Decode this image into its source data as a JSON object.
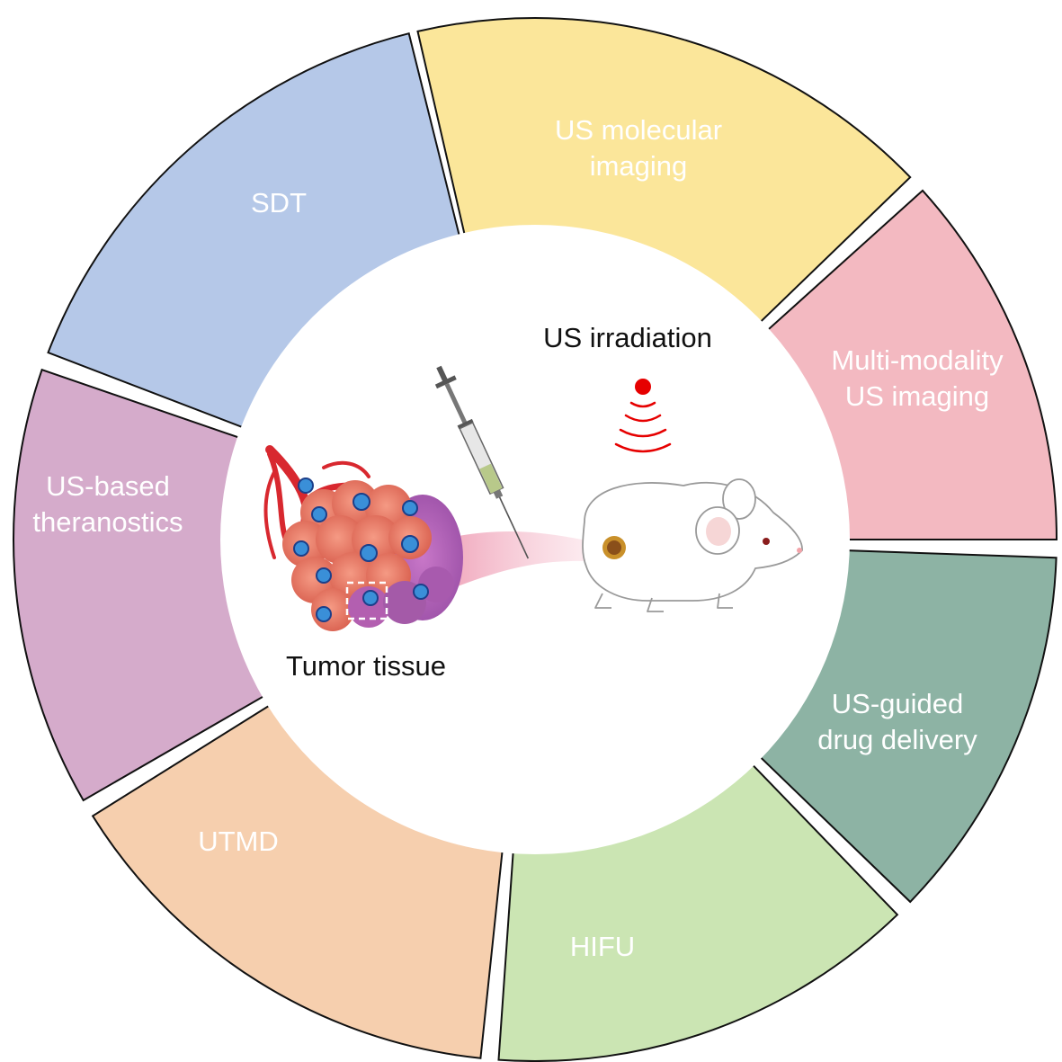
{
  "segments": [
    {
      "id": "us-molecular-imaging",
      "lines": [
        "US molecular",
        "imaging"
      ],
      "color": "#fbe69a"
    },
    {
      "id": "multi-modality-us-imaging",
      "lines": [
        "Multi-modality",
        "US imaging"
      ],
      "color": "#f3b9c1"
    },
    {
      "id": "us-guided-drug-delivery",
      "lines": [
        "US-guided",
        "drug delivery"
      ],
      "color": "#8db3a4"
    },
    {
      "id": "hifu",
      "lines": [
        "HIFU"
      ],
      "color": "#cbe5b3"
    },
    {
      "id": "utmd",
      "lines": [
        "UTMD"
      ],
      "color": "#f6cfae"
    },
    {
      "id": "us-based-theranostics",
      "lines": [
        "US-based",
        "theranostics"
      ],
      "color": "#d5abcb"
    },
    {
      "id": "sdt",
      "lines": [
        "SDT"
      ],
      "color": "#b5c8e8"
    }
  ],
  "center": {
    "us_irradiation": "US irradiation",
    "tumor_tissue": "Tumor tissue"
  },
  "colors": {
    "ultrasound_waves": "#e60000",
    "tumor": "#e8735f",
    "vessels": "#d8282f",
    "mouse": "#ffffff"
  }
}
